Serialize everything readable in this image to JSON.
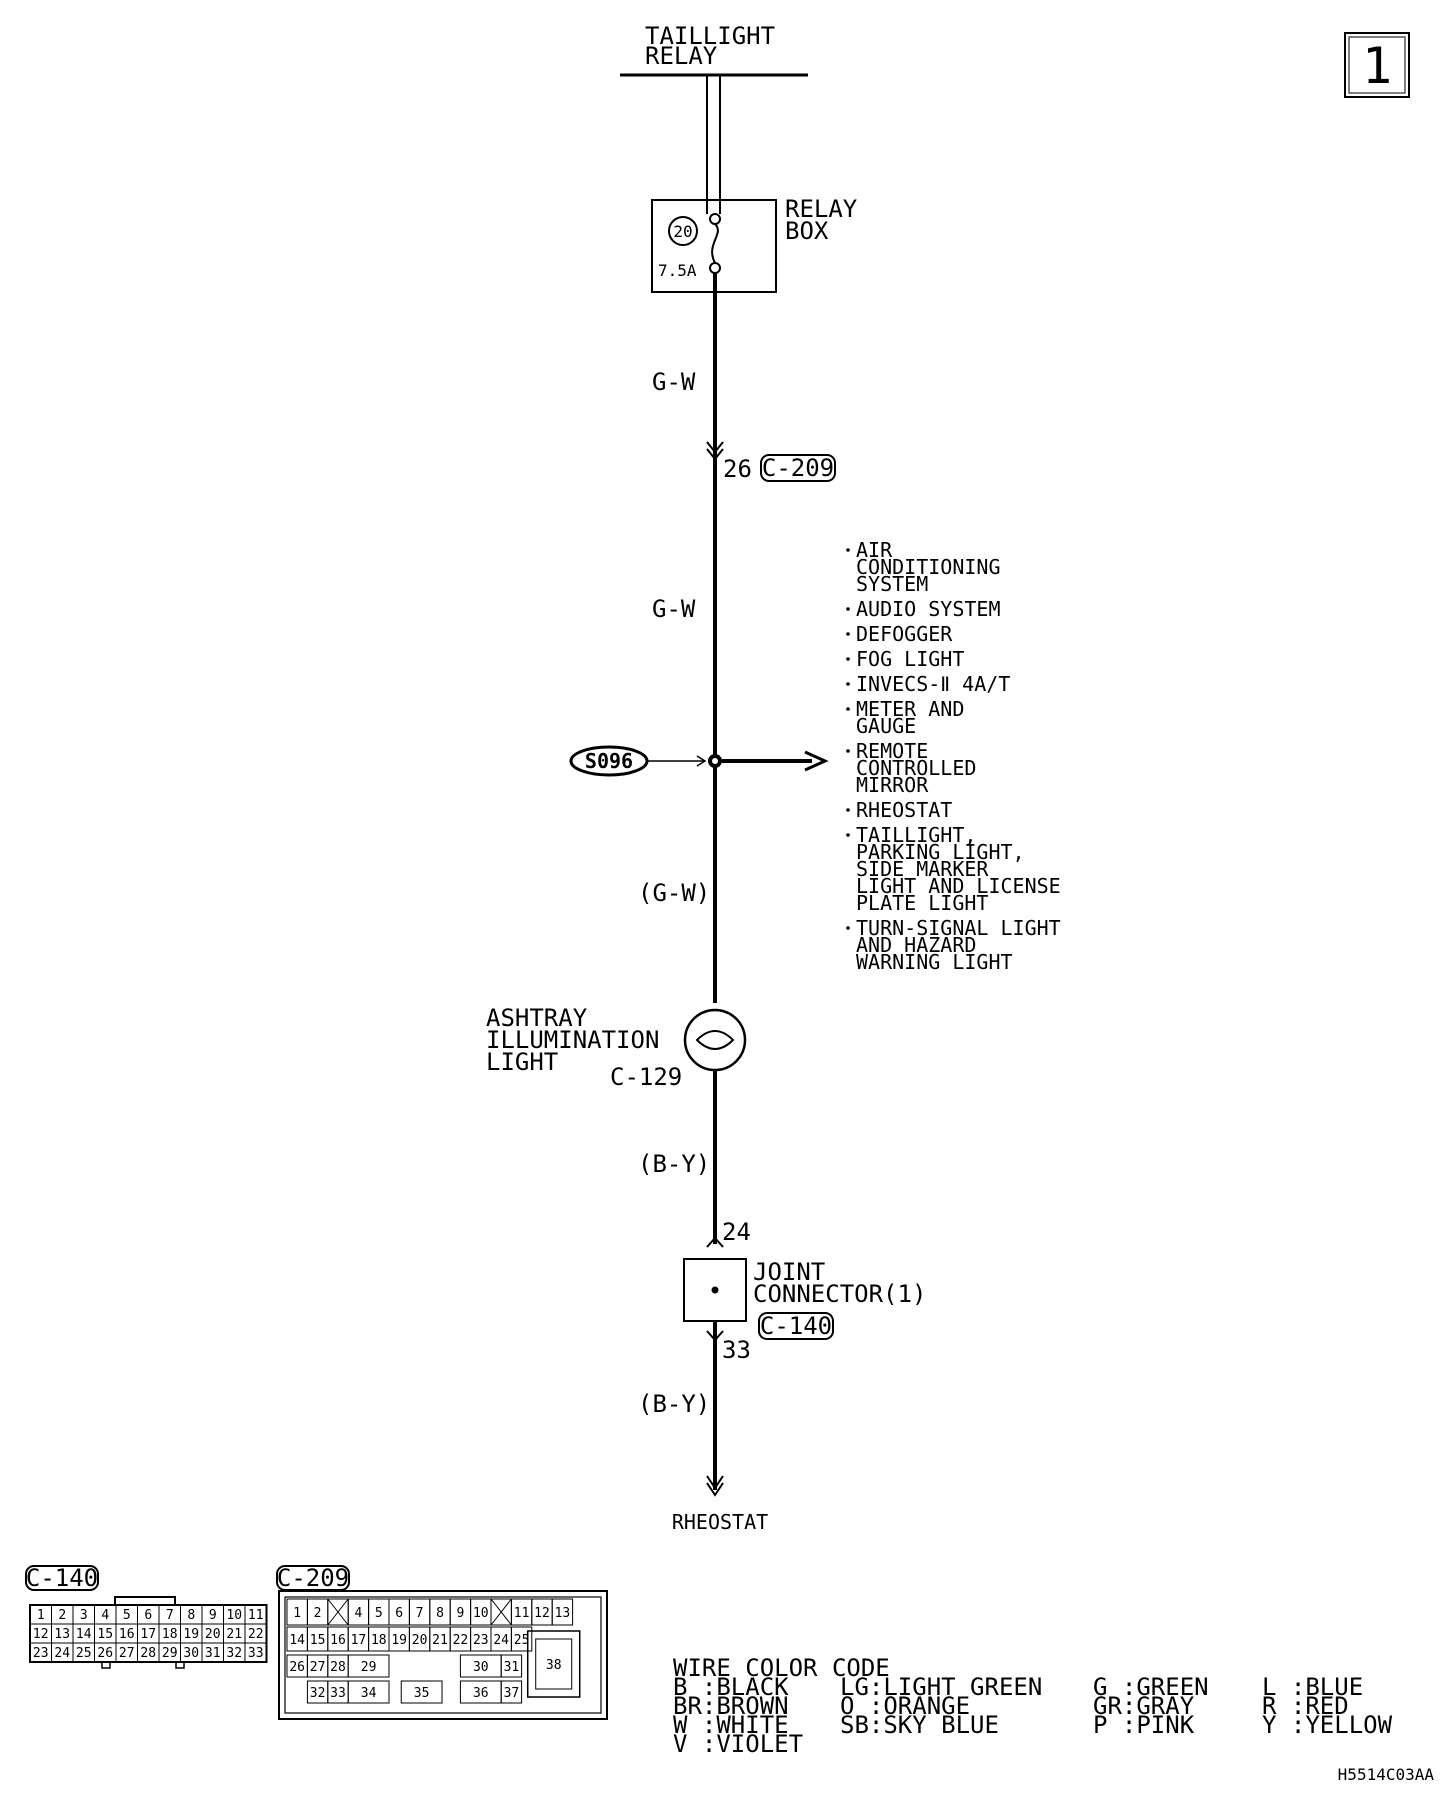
{
  "page_number": "1",
  "source": {
    "line1": "TAILLIGHT",
    "line2": "RELAY"
  },
  "relay_box": {
    "line1": "RELAY",
    "line2": "BOX",
    "fuse_number": "20",
    "fuse_rating": "7.5A"
  },
  "wires": {
    "gw1": "G-W",
    "gw2": "G-W",
    "gw3": "(G-W)",
    "by1": "(B-Y)",
    "by2": "(B-Y)"
  },
  "connectors": {
    "c209_pin": "26",
    "c209_label": "C-209",
    "c140_in_pin": "24",
    "c140_out_pin": "33",
    "c140_label": "C-140"
  },
  "splice": "S096",
  "branch_destinations": [
    [
      "AIR",
      "CONDITIONING",
      "SYSTEM"
    ],
    [
      "AUDIO SYSTEM"
    ],
    [
      "DEFOGGER"
    ],
    [
      "FOG LIGHT"
    ],
    [
      "INVECS-Ⅱ 4A/T"
    ],
    [
      "METER AND",
      "GAUGE"
    ],
    [
      "REMOTE",
      "CONTROLLED",
      "MIRROR"
    ],
    [
      "RHEOSTAT"
    ],
    [
      "TAILLIGHT,",
      "PARKING LIGHT,",
      "SIDE MARKER",
      "LIGHT AND LICENSE",
      "PLATE LIGHT"
    ],
    [
      "TURN-SIGNAL LIGHT",
      "AND HAZARD",
      "WARNING LIGHT"
    ]
  ],
  "ashtray": {
    "line1": "ASHTRAY",
    "line2": "ILLUMINATION",
    "line3": "LIGHT",
    "connector": "C-129"
  },
  "joint_connector": {
    "line1": "JOINT",
    "line2": "CONNECTOR(1)"
  },
  "destination": "RHEOSTAT",
  "c140_face": {
    "title": "C-140",
    "rows": [
      [
        "1",
        "2",
        "3",
        "4",
        "5",
        "6",
        "7",
        "8",
        "9",
        "10",
        "11"
      ],
      [
        "12",
        "13",
        "14",
        "15",
        "16",
        "17",
        "18",
        "19",
        "20",
        "21",
        "22"
      ],
      [
        "23",
        "24",
        "25",
        "26",
        "27",
        "28",
        "29",
        "30",
        "31",
        "32",
        "33"
      ]
    ]
  },
  "c209_face": {
    "title": "C-209",
    "row1": [
      "1",
      "2",
      "",
      "4",
      "5",
      "6",
      "7",
      "8",
      "9",
      "10",
      "",
      "11",
      "12",
      "13"
    ],
    "row2": [
      "14",
      "15",
      "16",
      "17",
      "18",
      "19",
      "20",
      "21",
      "22",
      "23",
      "24",
      "25"
    ],
    "row3": [
      "26",
      "27",
      "28",
      "29",
      "30",
      "31"
    ],
    "row4": [
      "32",
      "33",
      "34",
      "35",
      "36",
      "37"
    ],
    "big": "38"
  },
  "legend": {
    "title": "WIRE COLOR CODE",
    "entries": [
      "B :BLACK",
      "LG:LIGHT GREEN",
      "G :GREEN",
      "L :BLUE",
      "BR:BROWN",
      "O :ORANGE",
      "GR:GRAY",
      "R :RED",
      "W :WHITE",
      "SB:SKY BLUE",
      "P :PINK",
      "Y :YELLOW",
      "V :VIOLET"
    ]
  },
  "figure_code": "H5514C03AA"
}
